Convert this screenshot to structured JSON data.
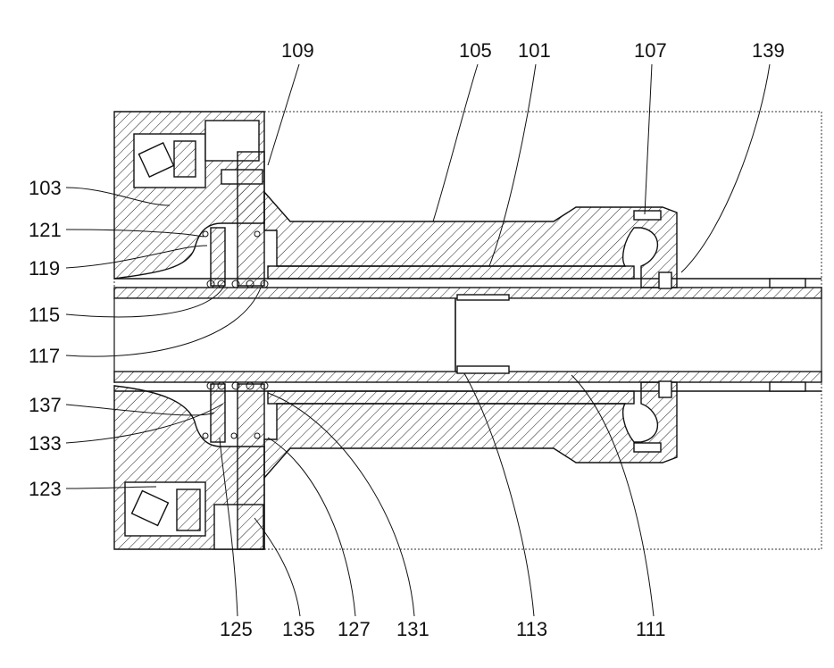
{
  "labels": {
    "l109": "109",
    "l105": "105",
    "l101": "101",
    "l107": "107",
    "l139": "139",
    "l103": "103",
    "l121": "121",
    "l119": "119",
    "l115": "115",
    "l117": "117",
    "l137": "137",
    "l133": "133",
    "l123": "123",
    "l125": "125",
    "l135": "135",
    "l127": "127",
    "l131": "131",
    "l113": "113",
    "l111": "111"
  }
}
